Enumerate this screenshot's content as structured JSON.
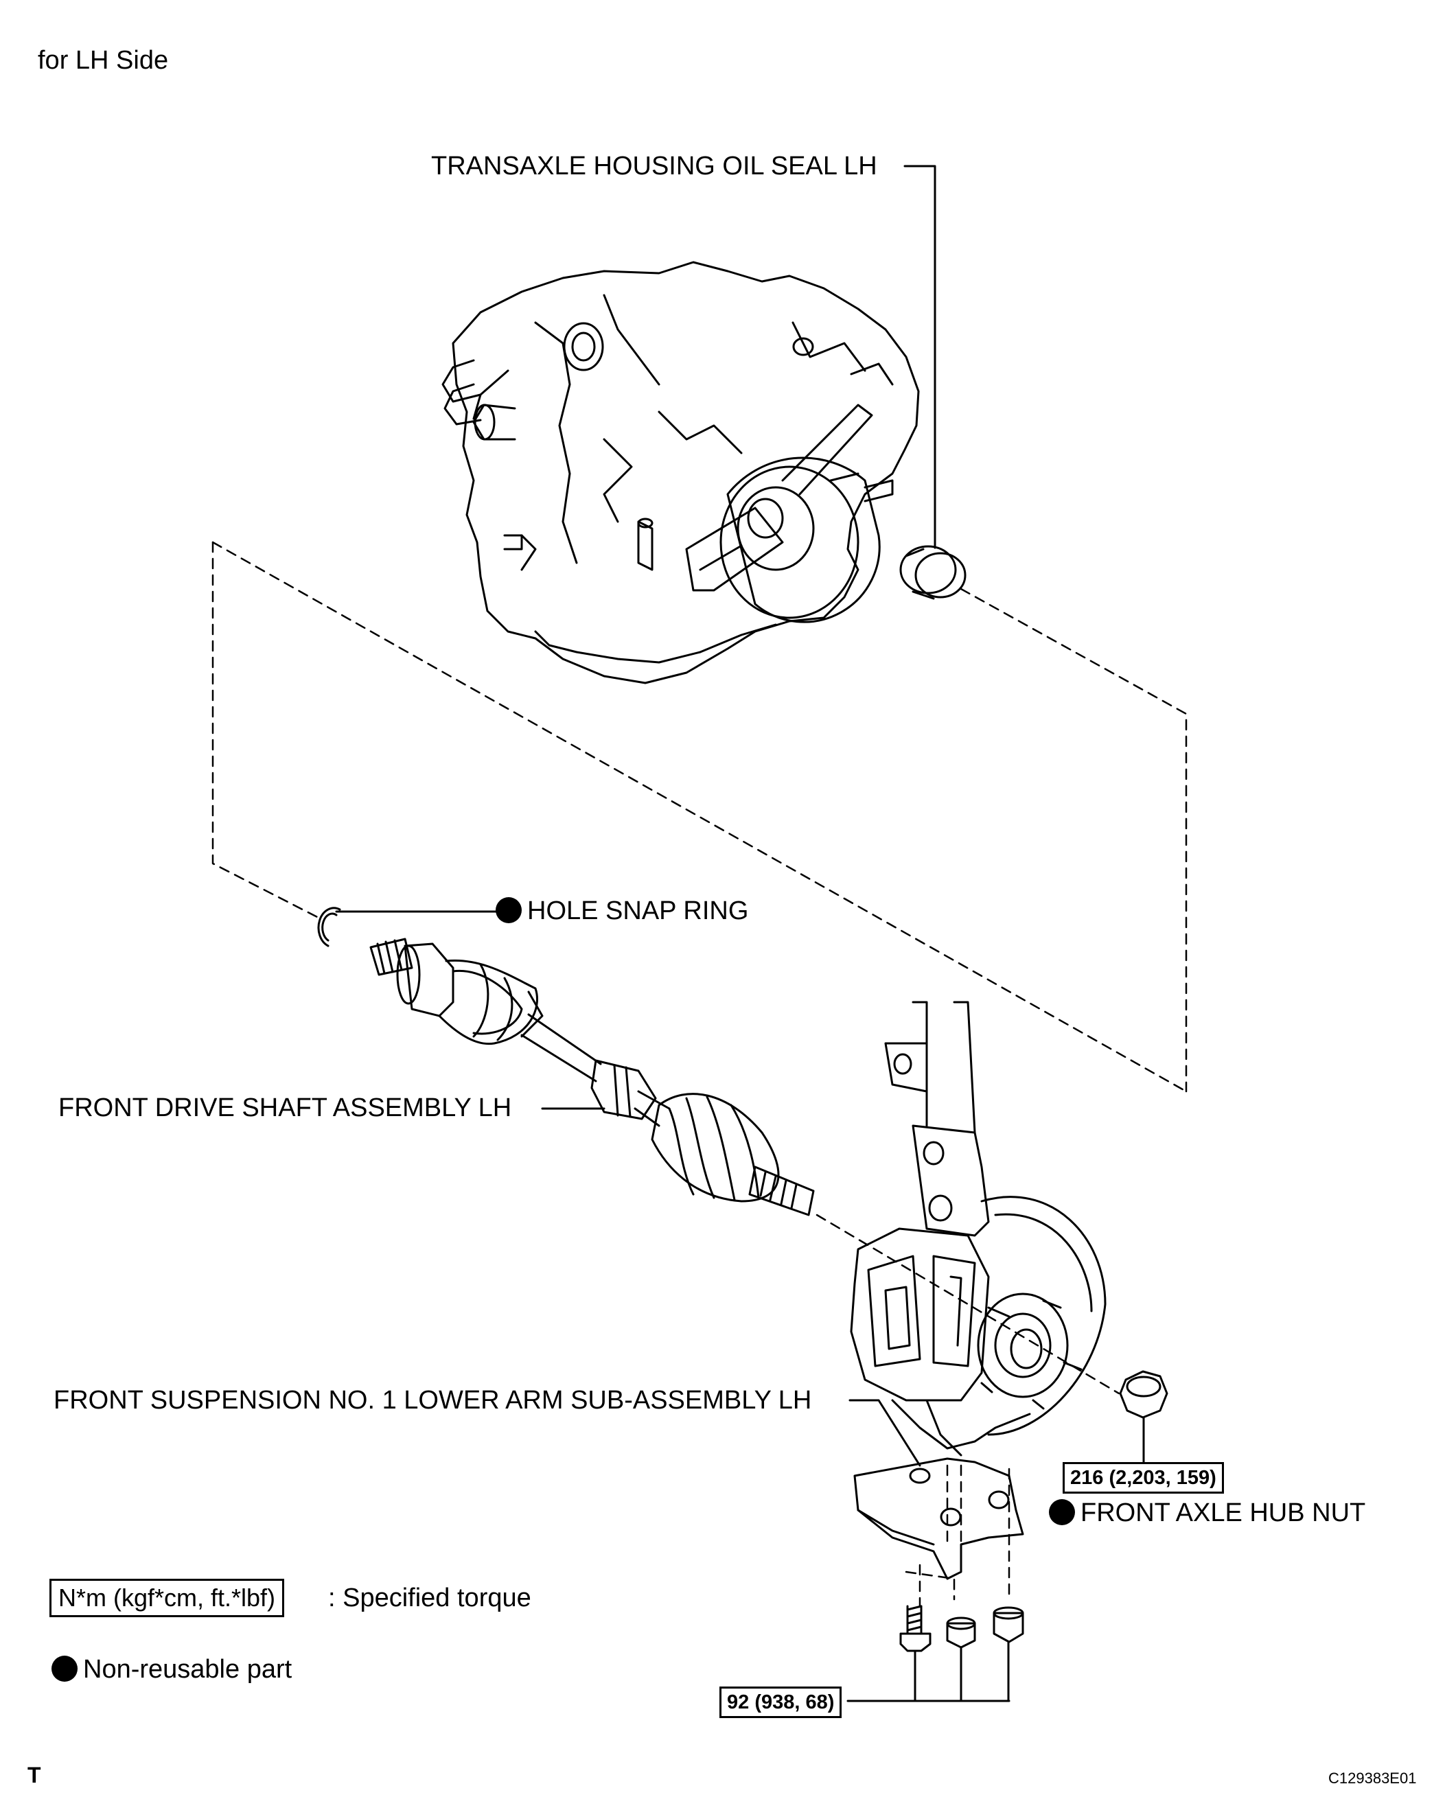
{
  "header": {
    "side_label": "for LH Side"
  },
  "callouts": {
    "oil_seal": "TRANSAXLE HOUSING OIL SEAL LH",
    "snap_ring": "HOLE SNAP RING",
    "drive_shaft": "FRONT DRIVE SHAFT ASSEMBLY LH",
    "lower_arm": "FRONT SUSPENSION NO. 1 LOWER ARM SUB-ASSEMBLY LH",
    "hub_nut": "FRONT AXLE HUB NUT"
  },
  "torques": {
    "hub_nut": "216 (2,203, 159)",
    "lower_arm": "92 (938, 68)"
  },
  "legend": {
    "torque_unit": "N*m (kgf*cm, ft.*lbf)",
    "torque_desc": ": Specified torque",
    "non_reusable": "Non-reusable part"
  },
  "footer": {
    "left_mark": "T",
    "figure_code": "C129383E01"
  },
  "icons": {
    "non_reusable": "filled-circle-icon"
  }
}
